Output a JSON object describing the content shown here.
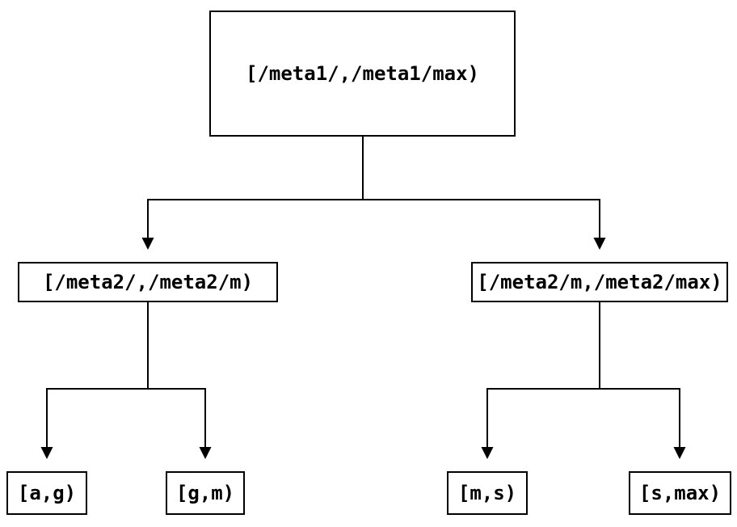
{
  "diagram": {
    "type": "tree",
    "description": "Two-level key range partition tree",
    "nodes": {
      "root": {
        "id": "root",
        "label": "[/meta1/,/meta1/max)"
      },
      "left": {
        "id": "left",
        "label": "[/meta2/,/meta2/m)"
      },
      "right": {
        "id": "right",
        "label": "[/meta2/m,/meta2/max)"
      },
      "leaf_ag": {
        "id": "leaf_ag",
        "label": "[a,g)"
      },
      "leaf_gm": {
        "id": "leaf_gm",
        "label": "[g,m)"
      },
      "leaf_ms": {
        "id": "leaf_ms",
        "label": "[m,s)"
      },
      "leaf_smax": {
        "id": "leaf_smax",
        "label": "[s,max)"
      }
    },
    "edges": [
      {
        "from": "root",
        "to": "left"
      },
      {
        "from": "root",
        "to": "right"
      },
      {
        "from": "left",
        "to": "leaf_ag"
      },
      {
        "from": "left",
        "to": "leaf_gm"
      },
      {
        "from": "right",
        "to": "leaf_ms"
      },
      {
        "from": "right",
        "to": "leaf_smax"
      }
    ],
    "colors": {
      "background": "#ffffff",
      "node_border": "#000000",
      "edge": "#000000",
      "text": "#000000"
    }
  }
}
